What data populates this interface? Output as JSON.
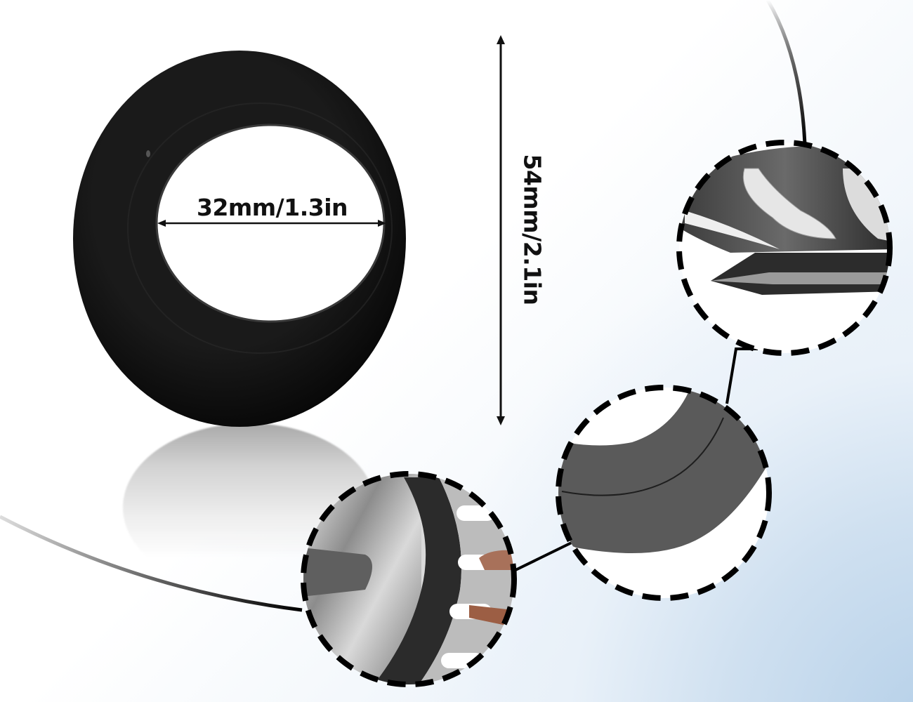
{
  "product": {
    "name": "black-rubber-washer-ring",
    "inner_diameter_label": "32mm/1.3in",
    "outer_diameter_label": "54mm/2.1in"
  },
  "callouts": [
    {
      "id": "detail-top",
      "subject": "steel-strainer-blades-close-up"
    },
    {
      "id": "detail-middle",
      "subject": "rubber-ring-section-close-up"
    },
    {
      "id": "detail-bottom",
      "subject": "strainer-basket-with-ring-installed"
    }
  ],
  "colors": {
    "ring": "#0b0b0b",
    "ink": "#111111",
    "background_accent": "#b4cfe8"
  }
}
